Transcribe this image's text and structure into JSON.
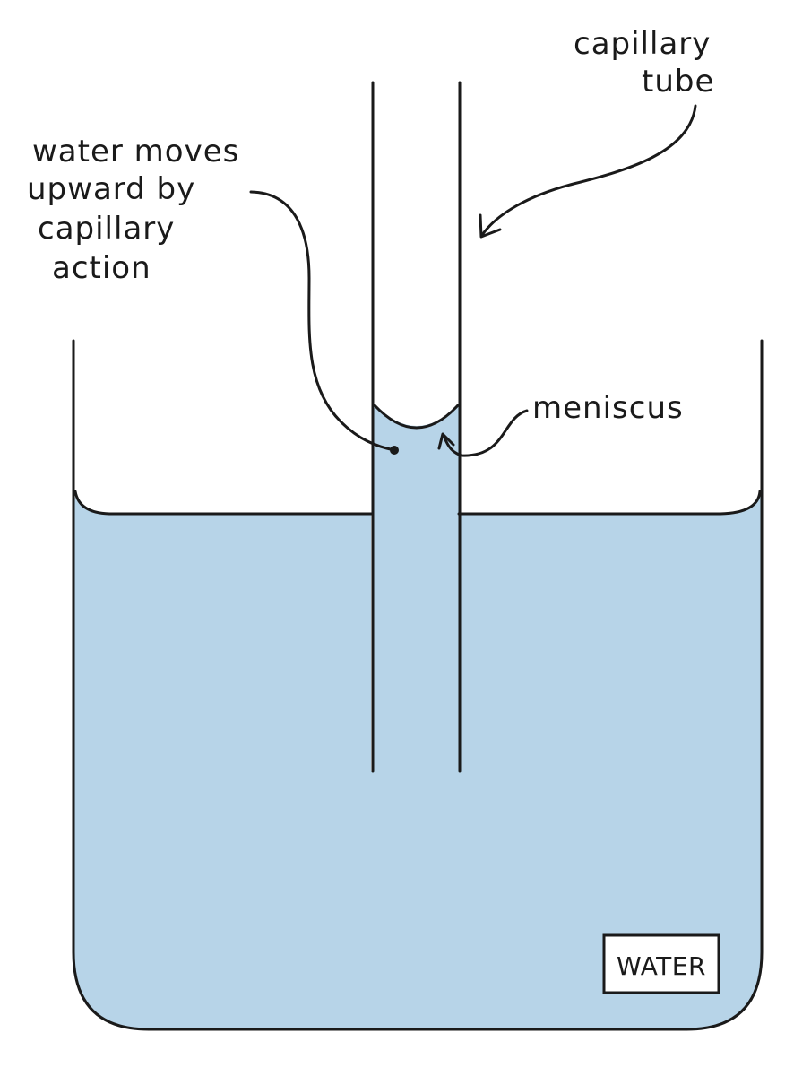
{
  "colors": {
    "water": "#b7d4e8",
    "ink": "#1a1a1a",
    "background": "#ffffff"
  },
  "labels": {
    "capillary_tube": [
      "capillary",
      "tube"
    ],
    "water_moves": [
      "water moves",
      "upward by",
      "capillary",
      "action"
    ],
    "meniscus": "meniscus",
    "water_box": "WATER"
  }
}
